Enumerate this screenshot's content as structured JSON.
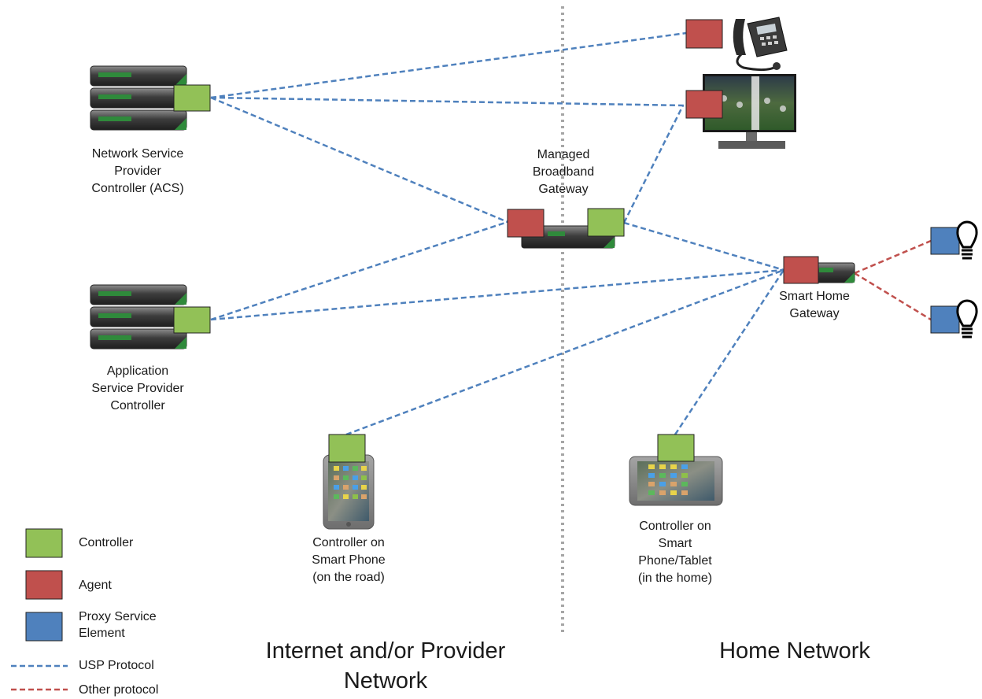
{
  "colors": {
    "controller": "#92c157",
    "agent": "#c0504d",
    "proxy": "#4f81bd",
    "usp_line": "#4f81bd",
    "other_line": "#c0504d",
    "divider": "#a6a6a6"
  },
  "nodes": {
    "nsp_controller": "Network Service\nProvider\nController (ACS)",
    "asp_controller": "Application\nService Provider\nController",
    "broadband_gateway": "Managed\nBroadband\nGateway",
    "smart_home_gateway": "Smart Home\nGateway",
    "phone_controller": "Controller on\nSmart Phone\n(on the road)",
    "tablet_controller": "Controller on\nSmart\nPhone/Tablet\n(in the home)"
  },
  "regions": {
    "internet": "Internet and/or Provider\nNetwork",
    "home": "Home Network"
  },
  "legend": {
    "controller": "Controller",
    "agent": "Agent",
    "proxy": "Proxy Service\nElement",
    "usp": "USP Protocol",
    "other": "Other protocol"
  },
  "icons": [
    "server-icon",
    "ip-phone-icon",
    "television-icon",
    "router-icon",
    "light-bulb-icon",
    "smartphone-icon",
    "tablet-icon"
  ]
}
